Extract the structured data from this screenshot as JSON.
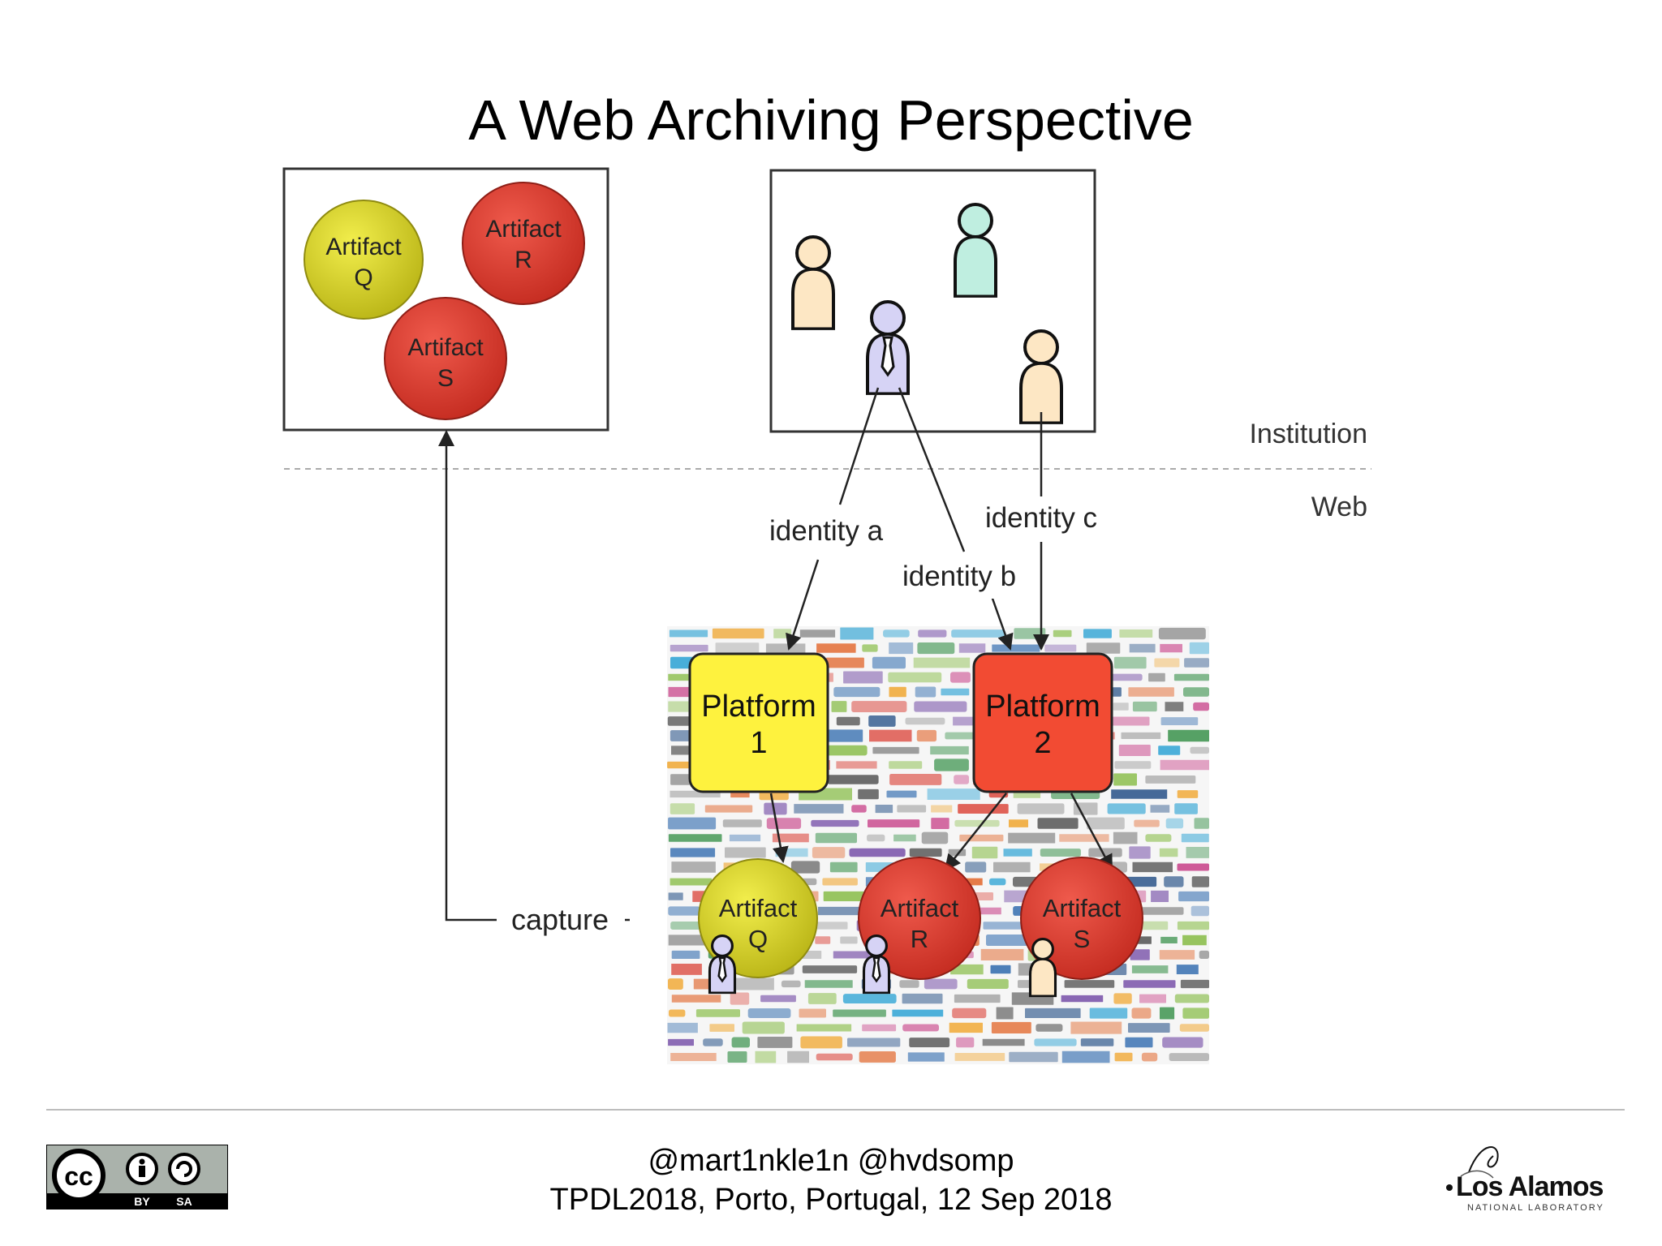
{
  "slide": {
    "title": "A Web Archiving Perspective",
    "zones": {
      "upper": "Institution",
      "lower": "Web"
    },
    "archive_artifacts": [
      {
        "name": "Artifact",
        "id": "Q",
        "color": "#c9c420"
      },
      {
        "name": "Artifact",
        "id": "R",
        "color": "#d9362a"
      },
      {
        "name": "Artifact",
        "id": "S",
        "color": "#d9362a"
      }
    ],
    "identities": {
      "a": "identity a",
      "b": "identity b",
      "c": "identity c"
    },
    "platforms": [
      {
        "name": "Platform",
        "id": "1",
        "color": "#fef23e"
      },
      {
        "name": "Platform",
        "id": "2",
        "color": "#f24b33"
      }
    ],
    "web_artifacts": [
      {
        "name": "Artifact",
        "id": "Q",
        "color": "#c9c420"
      },
      {
        "name": "Artifact",
        "id": "R",
        "color": "#d9362a"
      },
      {
        "name": "Artifact",
        "id": "S",
        "color": "#d9362a"
      }
    ],
    "capture_label": "capture",
    "person_colors": {
      "cream": "#fde7c4",
      "mint": "#bfeee0",
      "lavender": "#d6d3f5"
    }
  },
  "footer": {
    "handles": "@mart1nkle1n @hvdsomp",
    "event": "TPDL2018, Porto, Portugal, 12 Sep 2018",
    "license_text": {
      "by": "BY",
      "sa": "SA"
    },
    "logo_text": {
      "name": "Los Alamos",
      "sub": "NATIONAL LABORATORY"
    }
  }
}
